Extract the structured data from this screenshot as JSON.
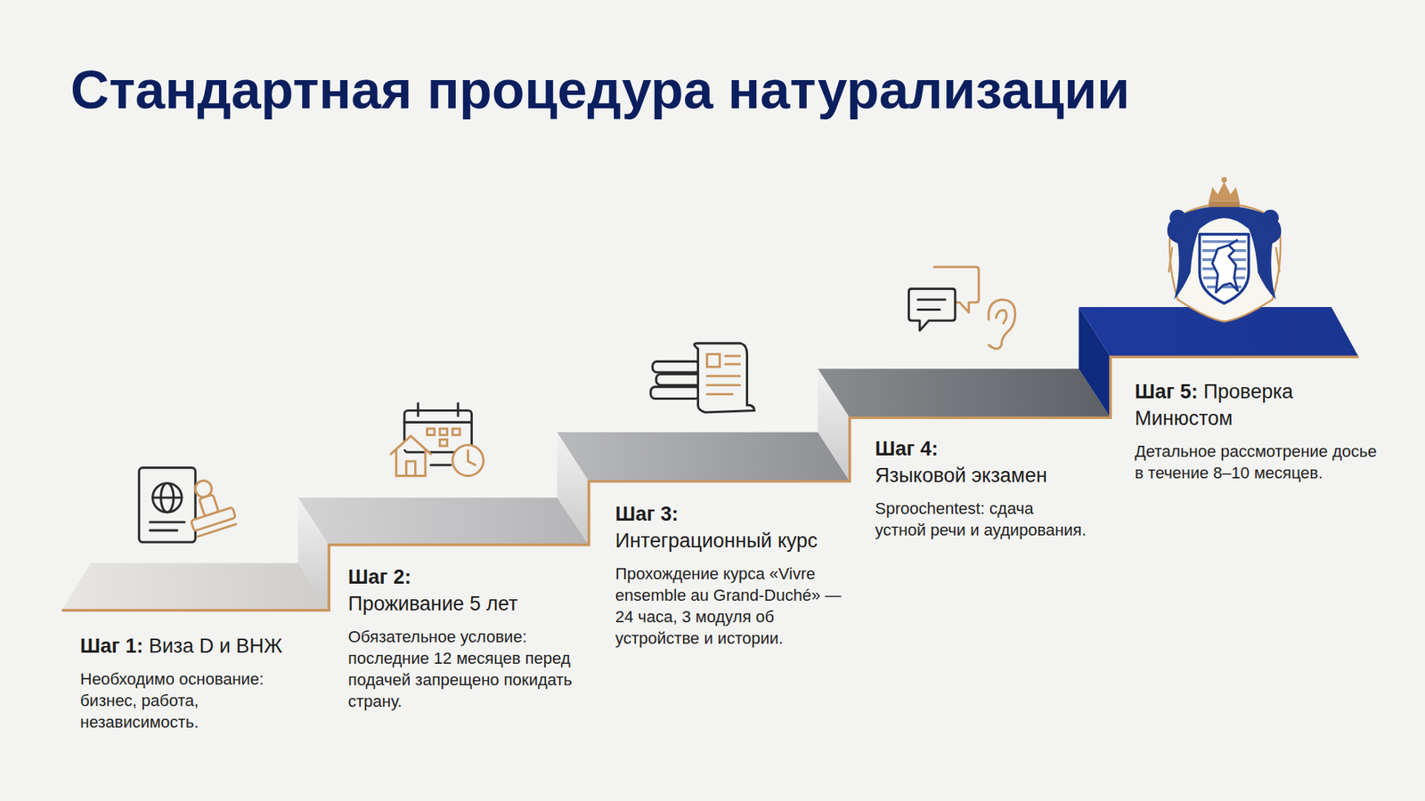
{
  "diagram": {
    "title": "Стандартная процедура натурализации",
    "nodes": [
      {
        "text": [
          "Шаг 1: Виза D и ВНЖ",
          "Необходимо основание: бизнес, работа, независимость."
        ]
      },
      {
        "text": [
          "Шаг 2: Проживание 5 лет",
          "Обязательное условие: последние 12 месяцев перед подачей запрещено покидать страну."
        ]
      },
      {
        "text": [
          "Шаг 3: Интеграционный курс",
          "Прохождение курса «Vivre ensemble au Grand-Duché» — 24 часа, 3 модуля об устройстве и истории."
        ]
      },
      {
        "text": [
          "Шаг 4: Языковой экзамен",
          "Sproochentest: сдача устной речи и аудирования."
        ]
      },
      {
        "text": [
          "Шаг 5: Проверка Минюстом",
          "Детальное рассмотрение досье в течение 8–10 месяцев."
        ]
      }
    ]
  }
}
